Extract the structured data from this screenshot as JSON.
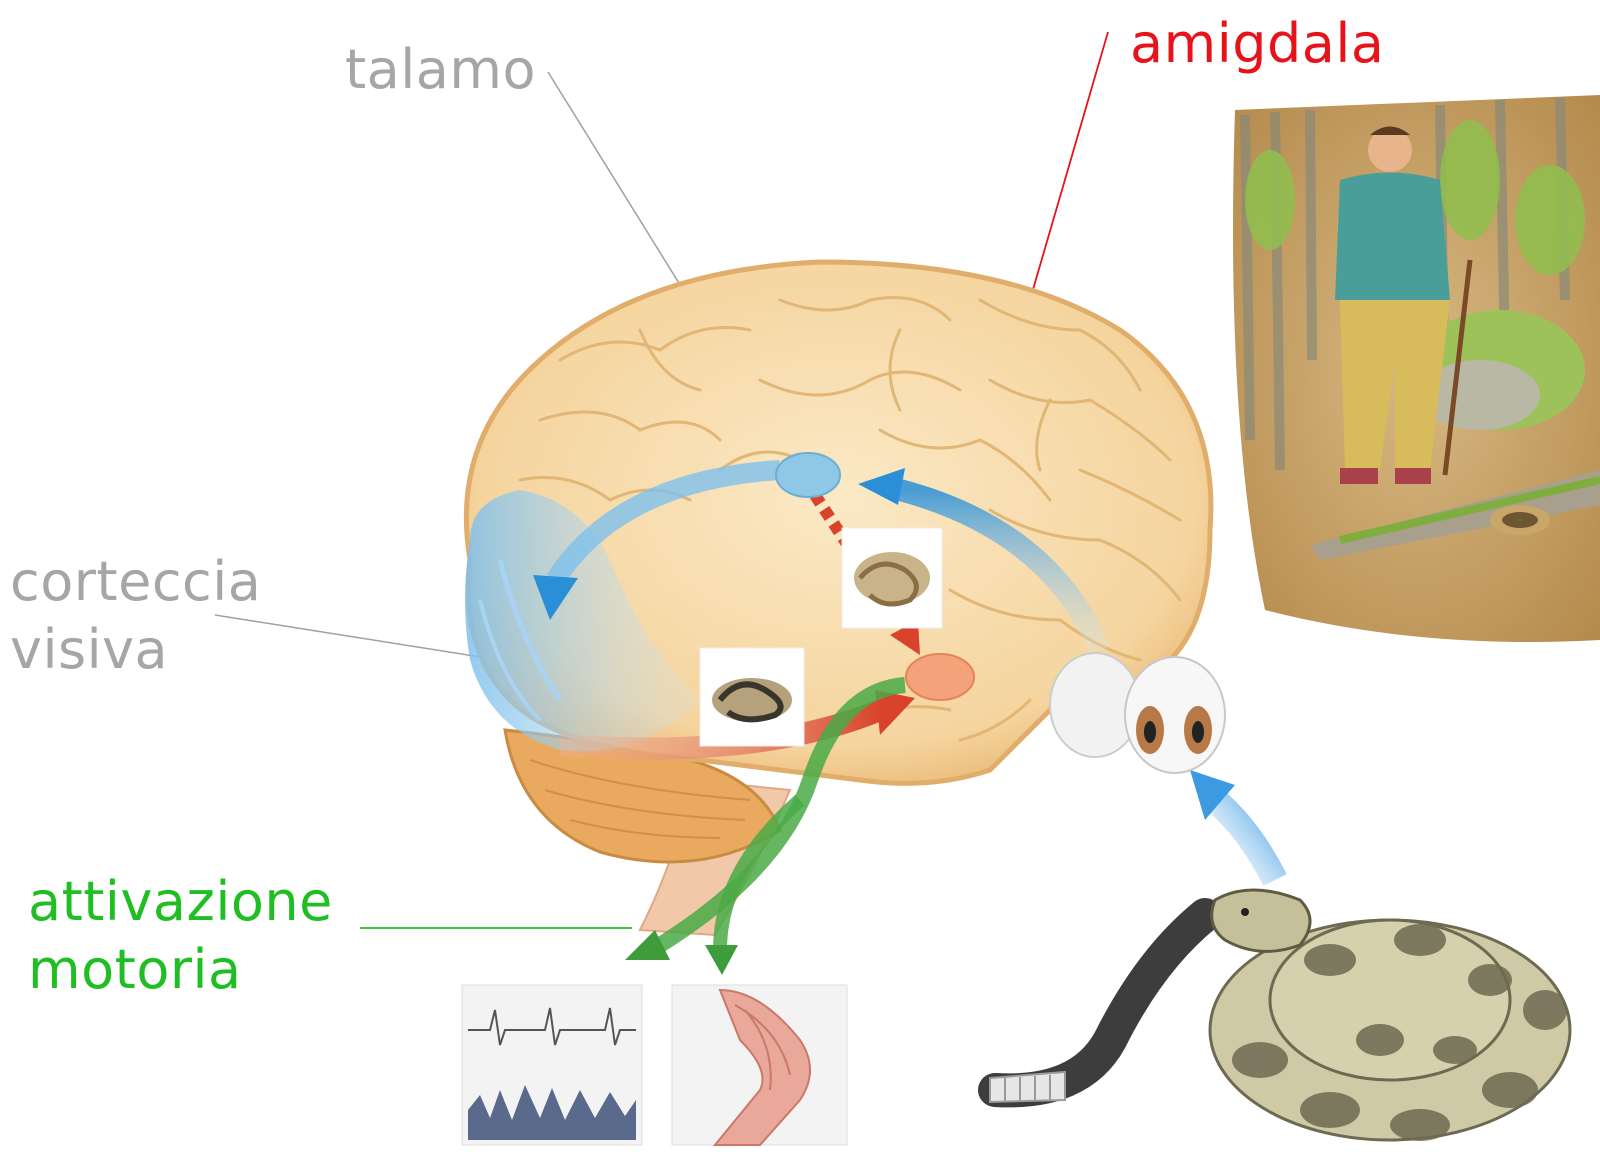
{
  "labels": {
    "talamo": "talamo",
    "amigdala": "amigdala",
    "corteccia_line1": "corteccia",
    "corteccia_line2": "visiva",
    "motoria_line1": "attivazione",
    "motoria_line2": "motoria"
  },
  "colors": {
    "talamo": "#a6a6a6",
    "amigdala": "#e8121a",
    "corteccia": "#a6a6a6",
    "motoria": "#1fbf24",
    "brain": "#f6d7a2",
    "cerebellum": "#e9a95e",
    "visual_pathway": "#2a8fd6",
    "fear_pathway": "#d9432c",
    "motor_pathway": "#4aaa46"
  },
  "illustrations": [
    "brain",
    "cerebellum",
    "thalamus",
    "amygdala",
    "eyes",
    "snake",
    "hiker-in-forest",
    "ecg-trace",
    "leg-muscles",
    "snake-thumbnail"
  ]
}
